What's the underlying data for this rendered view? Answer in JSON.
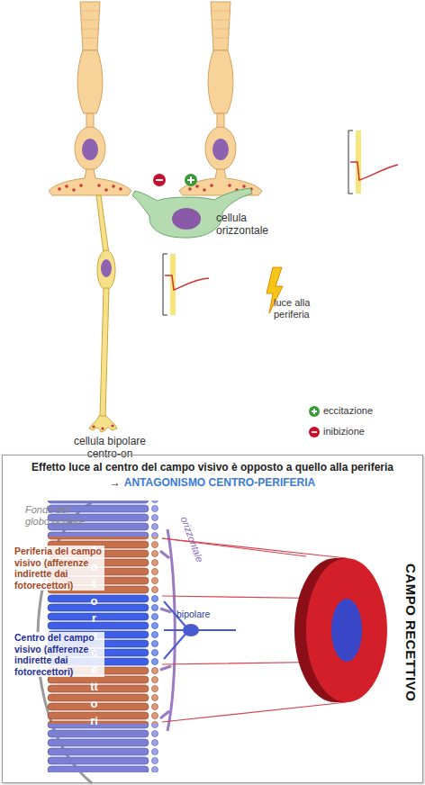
{
  "diagram": {
    "nodes": [
      {
        "text": [
          "cellula orizzontale"
        ]
      },
      {
        "text": [
          "cellula bipolare centro-on"
        ]
      },
      {
        "text": [
          "Effetto luce al centro del campo visivo è opposto a quello alla periferia →",
          "ANTAGONISMO CENTRO-PERIFERIA"
        ]
      },
      {
        "text": [
          "fotorecettori"
        ],
        "in": 2
      },
      {
        "text": [
          "CAMPO RECETTIVO"
        ],
        "in": 2
      }
    ],
    "edges": [
      {
        "from": 3,
        "to": 4,
        "arrow": "none"
      }
    ],
    "labels": [
      "luce alla periferia",
      "Fondo del globo oculare",
      "Periferia del campo visivo (afferenze indirette dai fotorecettori)",
      "Centro del campo visivo (afferenze indirette dai fotorecettori)",
      "orizzontale",
      "bipolare"
    ],
    "legend": [
      {
        "text": "eccitazione"
      },
      {
        "text": "inibizione"
      }
    ]
  }
}
